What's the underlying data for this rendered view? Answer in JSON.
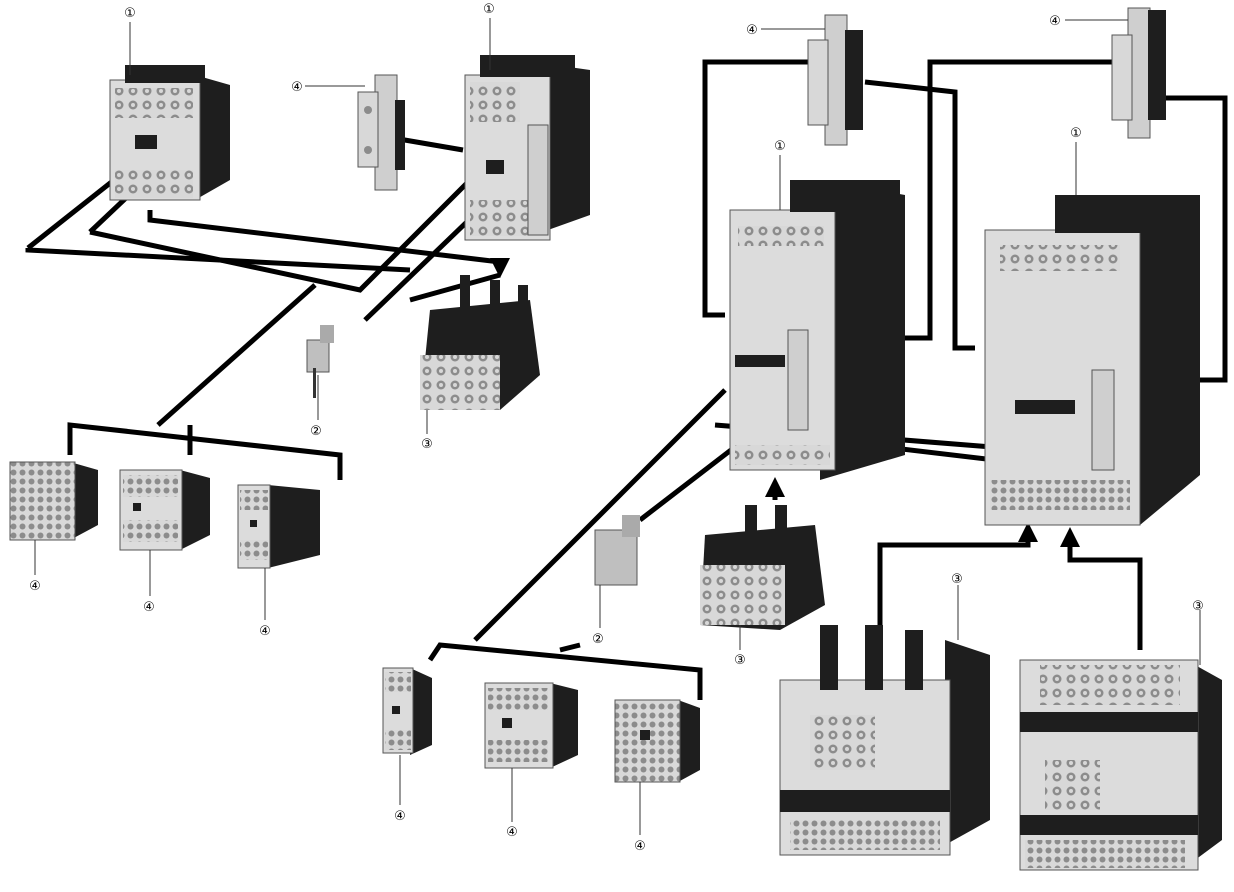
{
  "callouts": {
    "contactor": "①",
    "suppressor": "②",
    "overload_relay": "③",
    "auxiliary_contact": "④"
  },
  "colors": {
    "background": "#ffffff",
    "housing_dark": "#1e1e1e",
    "housing_light": "#dcdcdc",
    "connector_line": "#000000",
    "terminal": "#8c8c8c"
  }
}
